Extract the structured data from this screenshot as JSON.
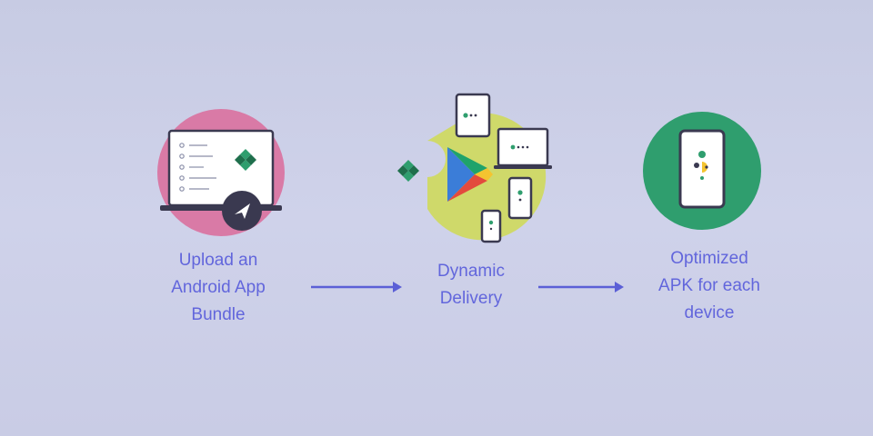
{
  "steps": [
    {
      "lines": [
        "Upload an",
        "Android App",
        "Bundle"
      ],
      "icon": "upload-icon",
      "circle_color": "#d97aa6"
    },
    {
      "lines": [
        "Dynamic",
        "Delivery"
      ],
      "icon": "play-store-icon",
      "circle_color": "#cfd96a"
    },
    {
      "lines": [
        "Optimized",
        "APK for each",
        "device"
      ],
      "icon": "phone-icon",
      "circle_color": "#2f9e6e"
    }
  ],
  "colors": {
    "text": "#6266dc",
    "arrow": "#5b5fd6",
    "device_frame": "#3a3950",
    "play_green": "#1fa36b",
    "play_blue": "#3b7dd8",
    "play_yellow": "#f4c430",
    "play_red": "#e34a3d"
  }
}
